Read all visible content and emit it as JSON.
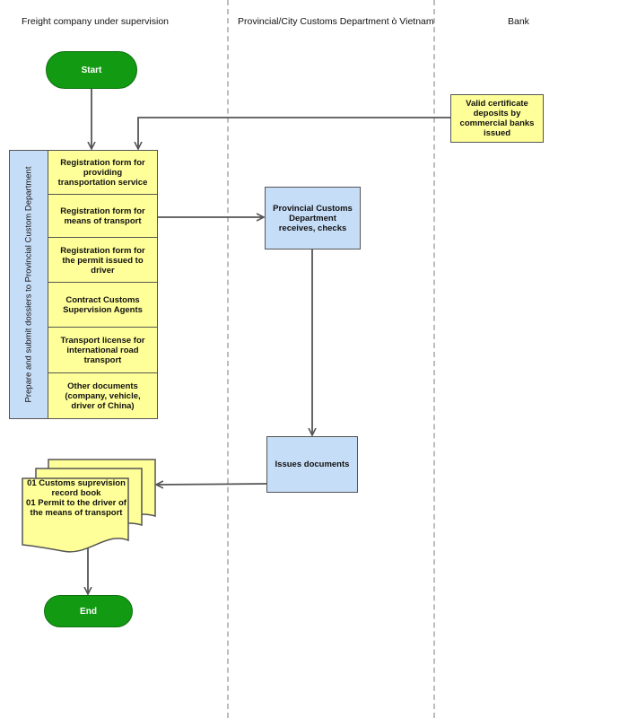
{
  "lanes": {
    "freight": "Freight company under supervision",
    "customs": "Provincial/City Customs Department ò Vietnam",
    "bank": "Bank"
  },
  "start_label": "Start",
  "end_label": "End",
  "bank_box": "Valid certificate deposits by commercial banks issued",
  "dossier_label": "Prepare and submit dossiers to Provincial Custom Department",
  "dossier_items": [
    "Registration form for providing transportation service",
    "Registration form for means of transport",
    "Registration form for the permit issued to driver",
    "Contract Customs Supervision Agents",
    "Transport license for international road transport",
    "Other documents (company, vehicle, driver of China)"
  ],
  "customs_receive": "Provincial Customs Department receives, checks",
  "customs_issue": "Issues documents",
  "output_docs": {
    "line1": "01 Customs suprevision record book",
    "line2": "01 Permit to the driver of the means of transport"
  },
  "colors": {
    "terminal": "#139a13",
    "process_yellow": "#ffff99",
    "process_blue": "#c6ddf7",
    "connector": "#555555"
  }
}
